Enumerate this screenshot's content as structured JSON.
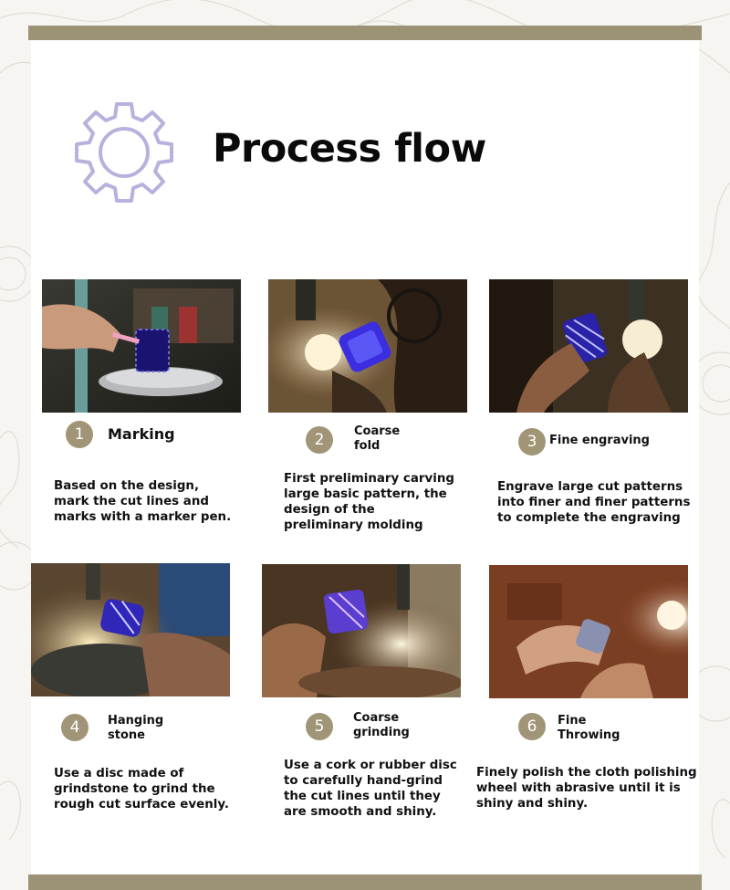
{
  "page": {
    "title": "Process flow",
    "band_color": "#9c9275",
    "badge_color": "#a09577",
    "icon": "gear-icon"
  },
  "steps": [
    {
      "number": "1",
      "title": "Marking",
      "description": "Based on the design, mark the cut lines and marks with a marker pen.",
      "photo": "photo-marking-with-pen-on-wheel"
    },
    {
      "number": "2",
      "title": "Coarse fold",
      "description": "First preliminary carving large basic pattern, the design of the preliminary molding",
      "photo": "photo-coarse-cutting-blue-glass"
    },
    {
      "number": "3",
      "title": "Fine engraving",
      "description": "Engrave large cut patterns into finer and finer patterns to complete the engraving",
      "photo": "photo-fine-engraving-blue-glass"
    },
    {
      "number": "4",
      "title": "Hanging stone",
      "description": "Use a disc made of grindstone to grind the rough cut surface evenly.",
      "photo": "photo-grindstone-disc"
    },
    {
      "number": "5",
      "title": "Coarse grinding",
      "description": "Use a cork or rubber disc to carefully hand-grind the cut lines until they are smooth and shiny.",
      "photo": "photo-hand-grinding"
    },
    {
      "number": "6",
      "title": "Fine Throwing",
      "description": "Finely polish the cloth polishing wheel with abrasive until it is shiny and shiny.",
      "photo": "photo-polishing-wheel"
    }
  ]
}
